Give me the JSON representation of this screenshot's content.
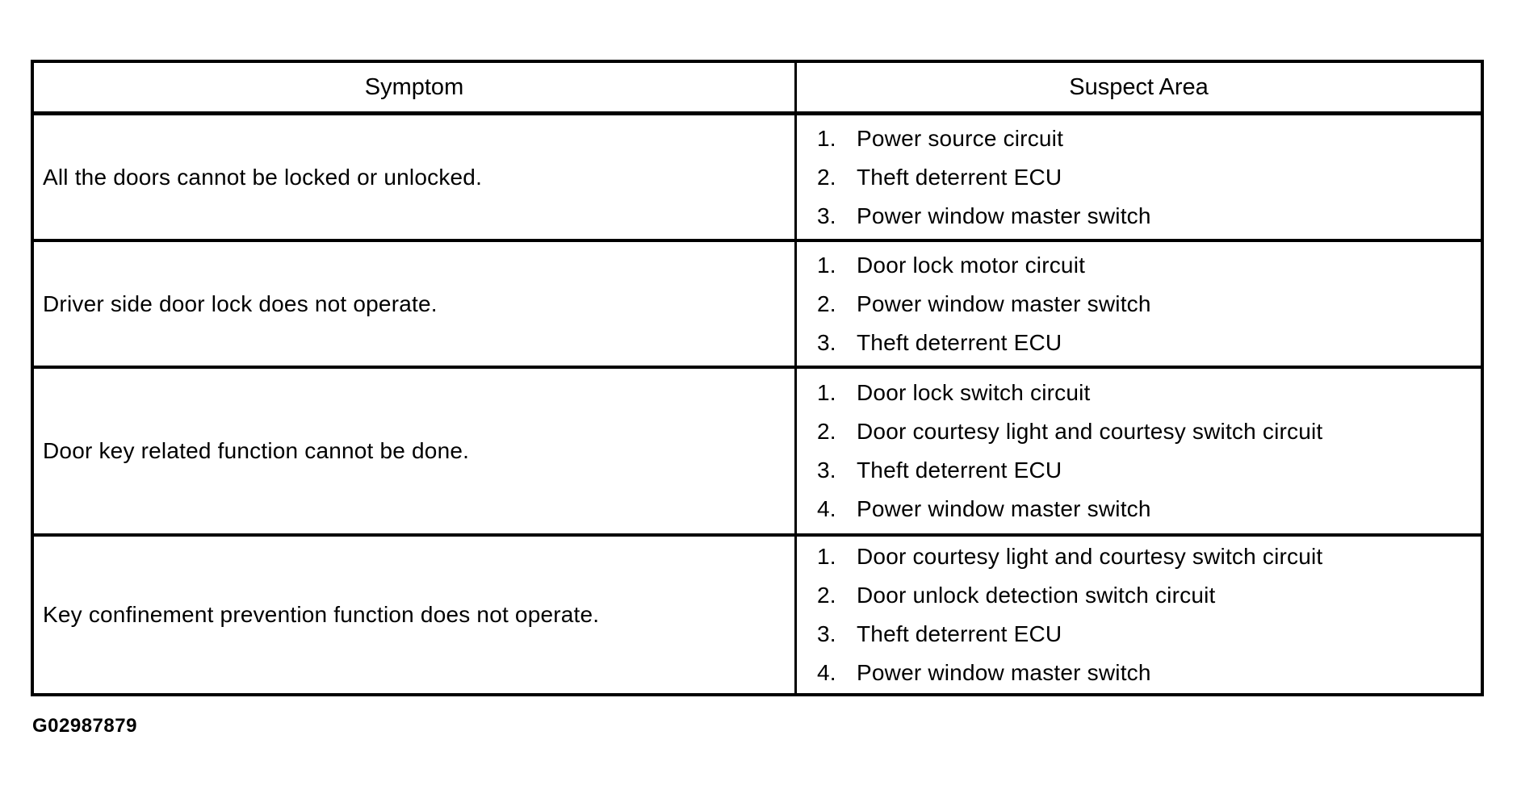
{
  "colors": {
    "text": "#000000",
    "border": "#000000",
    "background": "#ffffff"
  },
  "table": {
    "columns": [
      "Symptom",
      "Suspect Area"
    ],
    "rows": [
      {
        "symptom": "All the doors cannot be locked or unlocked.",
        "suspects": [
          {
            "num": "1.",
            "text": "Power source circuit"
          },
          {
            "num": "2.",
            "text": "Theft deterrent ECU"
          },
          {
            "num": "3.",
            "text": "Power window master switch"
          }
        ]
      },
      {
        "symptom": "Driver side door lock does not operate.",
        "suspects": [
          {
            "num": "1.",
            "text": "Door lock motor circuit"
          },
          {
            "num": "2.",
            "text": "Power window master switch"
          },
          {
            "num": "3.",
            "text": "Theft deterrent ECU"
          }
        ]
      },
      {
        "symptom": "Door key related function cannot be done.",
        "suspects": [
          {
            "num": "1.",
            "text": "Door lock switch circuit"
          },
          {
            "num": "2.",
            "text": "Door courtesy light and courtesy switch circuit"
          },
          {
            "num": "3.",
            "text": "Theft deterrent ECU"
          },
          {
            "num": "4.",
            "text": "Power window master switch"
          }
        ]
      },
      {
        "symptom": "Key confinement prevention function does not operate.",
        "suspects": [
          {
            "num": "1.",
            "text": "Door courtesy light and courtesy switch circuit"
          },
          {
            "num": "2.",
            "text": "Door unlock detection switch circuit"
          },
          {
            "num": "3.",
            "text": "Theft deterrent ECU"
          },
          {
            "num": "4.",
            "text": "Power window master switch"
          }
        ]
      }
    ],
    "figure_id": "G02987879"
  }
}
